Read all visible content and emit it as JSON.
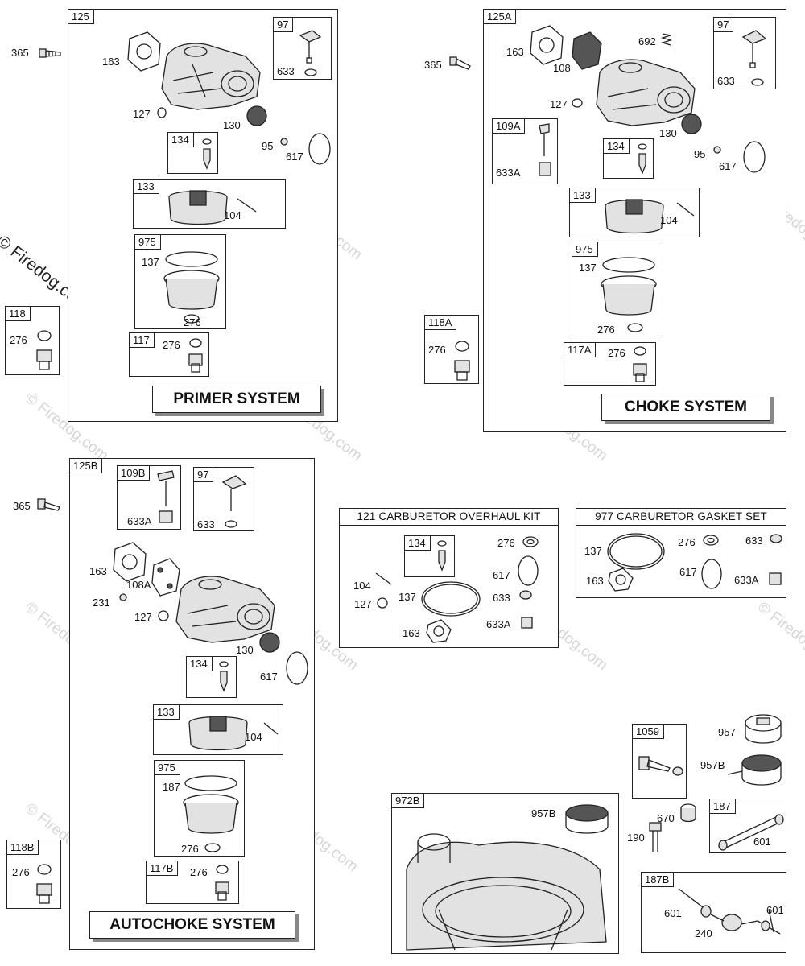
{
  "copyright": "© Firedog.com",
  "watermark": "© Firedog.com",
  "primer": {
    "tag": "125",
    "banner": "PRIMER SYSTEM",
    "outside_bolt": "365",
    "sub97": {
      "tag": "97",
      "l1": "633"
    },
    "l163": "163",
    "l127": "127",
    "l130": "130",
    "l95": "95",
    "l617": "617",
    "sub134": {
      "tag": "134"
    },
    "sub133": {
      "tag": "133",
      "l1": "104"
    },
    "sub975": {
      "tag": "975",
      "l1": "137",
      "l2": "276"
    },
    "sub117": {
      "tag": "117",
      "l1": "276"
    },
    "side118": {
      "tag": "118",
      "l1": "276"
    }
  },
  "choke": {
    "tag": "125A",
    "banner": "CHOKE SYSTEM",
    "outside_bolt": "365",
    "sub97": {
      "tag": "97",
      "l1": "633"
    },
    "l163": "163",
    "l108": "108",
    "l692": "692",
    "l127": "127",
    "l130": "130",
    "l95": "95",
    "l617": "617",
    "sub109": {
      "tag": "109A",
      "l1": "633A"
    },
    "sub134": {
      "tag": "134"
    },
    "sub133": {
      "tag": "133",
      "l1": "104"
    },
    "sub975": {
      "tag": "975",
      "l1": "137",
      "l2": "276"
    },
    "sub117": {
      "tag": "117A",
      "l1": "276"
    },
    "side118": {
      "tag": "118A",
      "l1": "276"
    }
  },
  "autochoke": {
    "tag": "125B",
    "banner": "AUTOCHOKE SYSTEM",
    "outside_bolt": "365",
    "sub109": {
      "tag": "109B",
      "l1": "633A"
    },
    "sub97": {
      "tag": "97",
      "l1": "633"
    },
    "l163": "163",
    "l108": "108A",
    "l231": "231",
    "l127": "127",
    "l130": "130",
    "l617": "617",
    "sub134": {
      "tag": "134"
    },
    "sub133": {
      "tag": "133",
      "l1": "104"
    },
    "sub975": {
      "tag": "975",
      "l1": "187",
      "l2": "276"
    },
    "sub117": {
      "tag": "117B",
      "l1": "276"
    },
    "side118": {
      "tag": "118B",
      "l1": "276"
    }
  },
  "overhaul_kit": {
    "title": "121 CARBURETOR OVERHAUL KIT",
    "sub134": "134",
    "labels": {
      "l276": "276",
      "l617": "617",
      "l633": "633",
      "l633a": "633A",
      "l104": "104",
      "l127": "127",
      "l137": "137",
      "l163": "163"
    }
  },
  "gasket_set": {
    "title": "977 CARBURETOR GASKET SET",
    "labels": {
      "l137": "137",
      "l276": "276",
      "l633": "633",
      "l617": "617",
      "l163": "163",
      "l633a": "633A"
    }
  },
  "tank": {
    "tag": "972B",
    "l1": "957B"
  },
  "misc": {
    "box1059": "1059",
    "l957": "957",
    "l957b": "957B",
    "l670": "670",
    "l190": "190",
    "box187": {
      "tag": "187",
      "l1": "601"
    },
    "box187b": {
      "tag": "187B",
      "l1": "601",
      "l2": "601",
      "l3": "240"
    }
  }
}
